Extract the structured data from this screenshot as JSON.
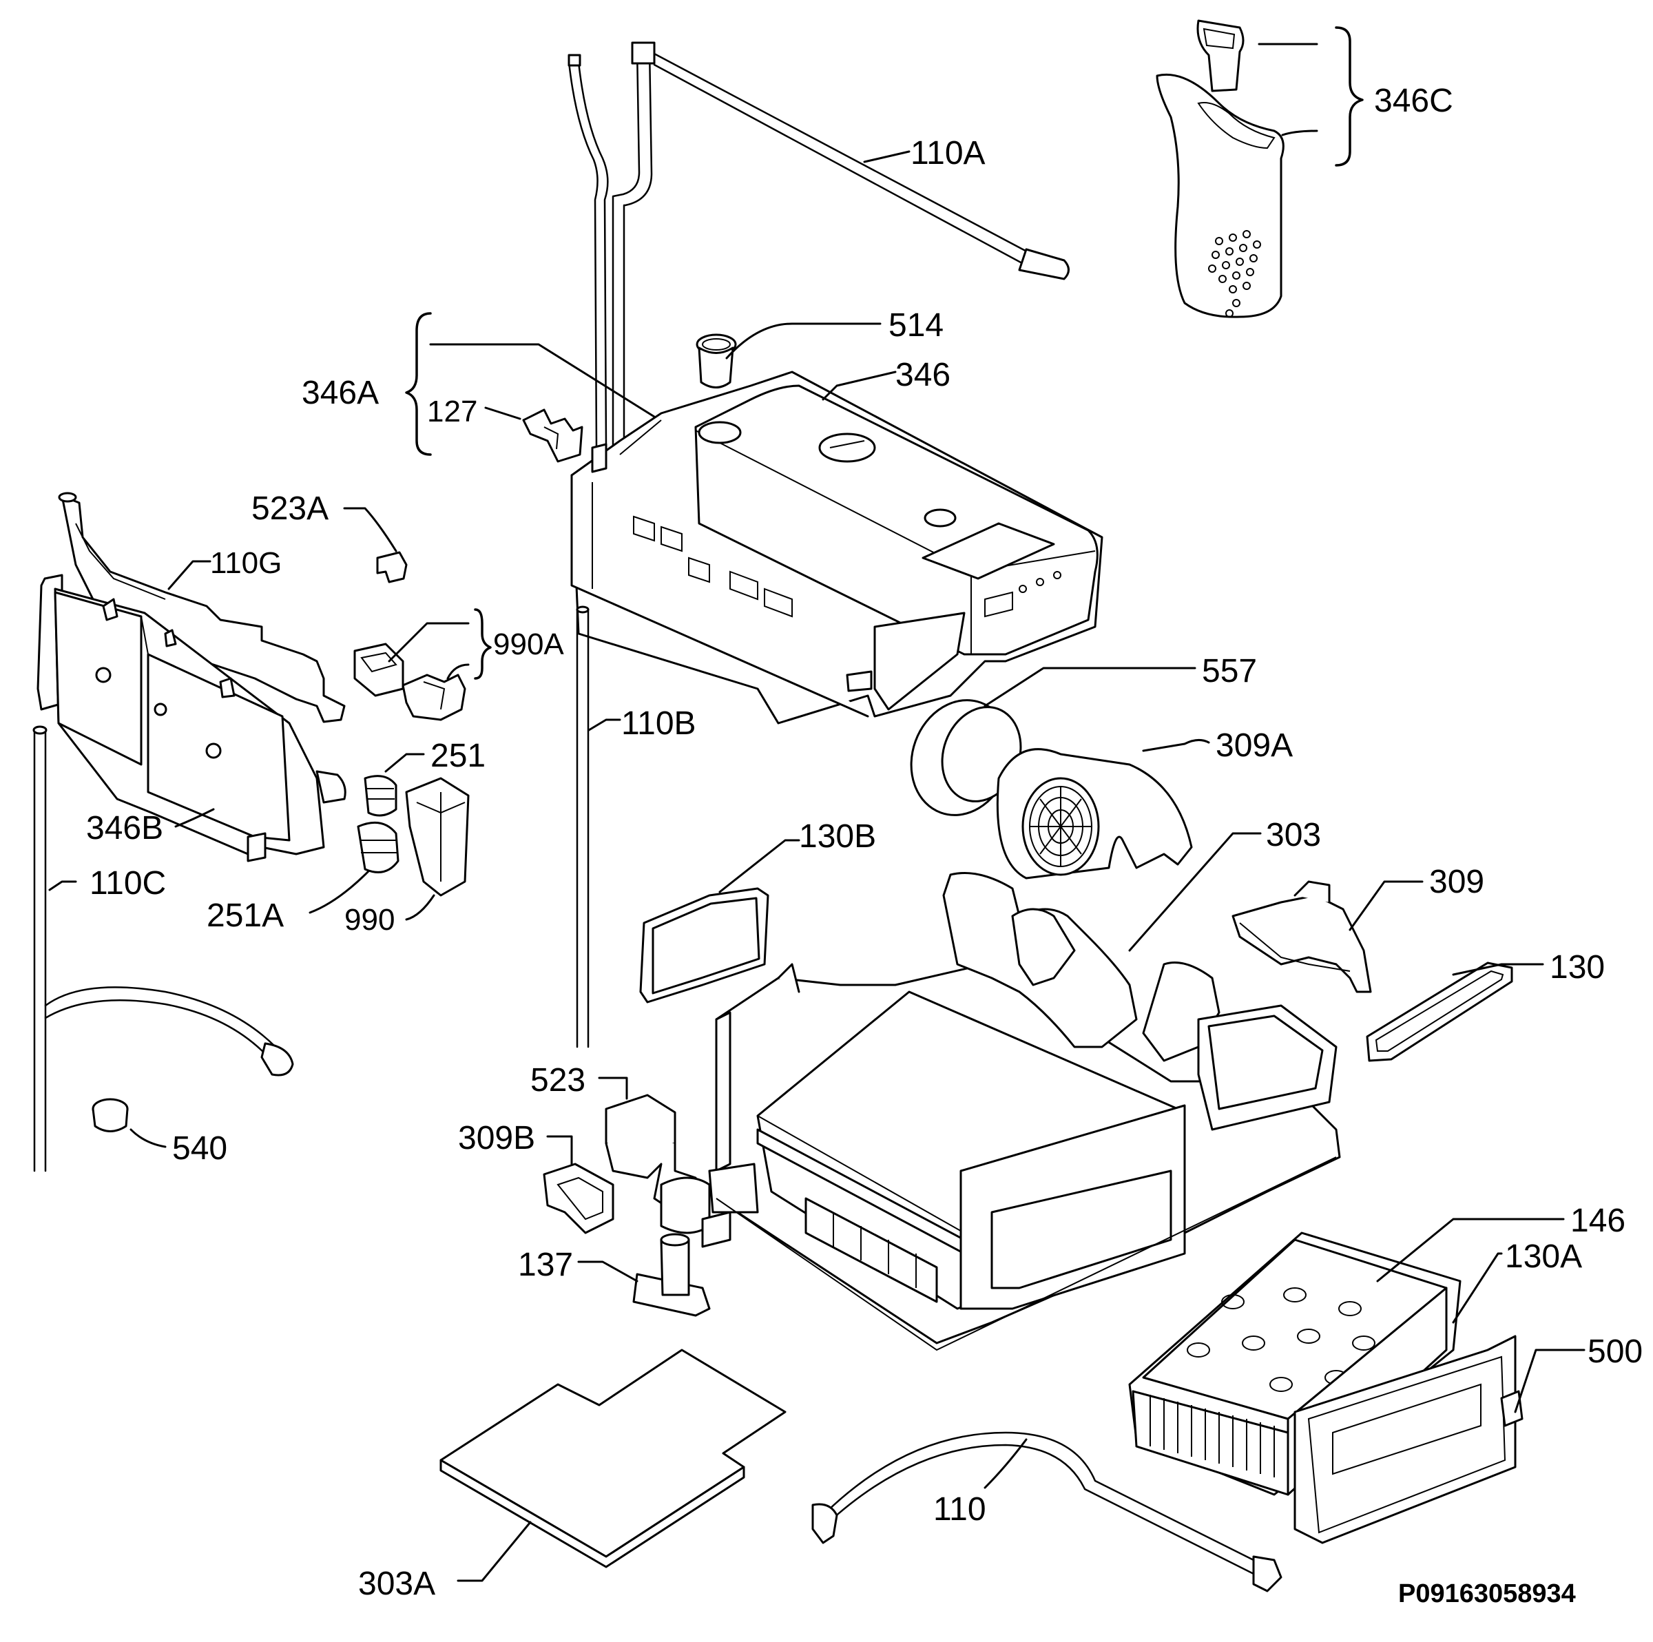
{
  "diagram": {
    "document_code": "P09163058934",
    "callouts": {
      "c110A": "110A",
      "c346C": "346C",
      "c514": "514",
      "c346": "346",
      "c346A": "346A",
      "c127": "127",
      "c523A": "523A",
      "c110G": "110G",
      "c990A": "990A",
      "c557": "557",
      "c110B": "110B",
      "c251": "251",
      "c309A": "309A",
      "c346B": "346B",
      "c110C": "110C",
      "c130B": "130B",
      "c303": "303",
      "c251A": "251A",
      "c990": "990",
      "c309": "309",
      "c130": "130",
      "c523": "523",
      "c540": "540",
      "c309B": "309B",
      "c146": "146",
      "c137": "137",
      "c130A": "130A",
      "c500": "500",
      "c110": "110",
      "c303A": "303A"
    }
  }
}
